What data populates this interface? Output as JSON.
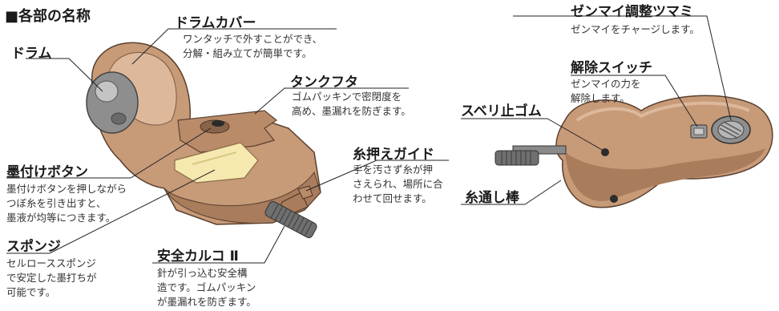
{
  "section_title": "■各部の名称",
  "labels": {
    "drum": "ドラム",
    "drum_cover": "ドラムカバー",
    "drum_cover_desc": "ワンタッチで外すことができ、\n分解・組み立てが簡単です。",
    "tank_lid": "タンクフタ",
    "tank_lid_desc": "ゴムパッキンで密閉度を\n高め、墨漏れを防ぎます。",
    "line_guide": "糸押えガイド",
    "line_guide_desc": "手を汚さず糸が押\nさえられ、場所に合\nわせて回せます。",
    "ink_button": "墨付けボタン",
    "ink_button_desc": "墨付けボタンを押しながら\nつぼ糸を引き出すと、\n墨液が均等につきます。",
    "sponge": "スポンジ",
    "sponge_desc": "セルローススポンジ\nで安定した墨打ちが\n可能です。",
    "safety_karuko": "安全カルコ Ⅱ",
    "safety_karuko_desc": "針が引っ込む安全構\n造です。ゴムパッキン\nが墨漏れを防ぎます。",
    "spring_knob": "ゼンマイ調整ツマミ",
    "spring_knob_desc": "ゼンマイをチャージします。",
    "release_switch": "解除スイッチ",
    "release_switch_desc": "ゼンマイの力を\n解除します。",
    "anti_slip": "スベリ止ゴム",
    "threading_rod": "糸通し棒"
  },
  "colors": {
    "body": "#c79a78",
    "body_dark": "#a97c5c",
    "body_light": "#ddb89b",
    "drum_gray": "#8e8e8e",
    "drum_light": "#b6b6b6",
    "sponge": "#f6e9b0",
    "metal": "#6f6f6f",
    "line": "#222222"
  }
}
